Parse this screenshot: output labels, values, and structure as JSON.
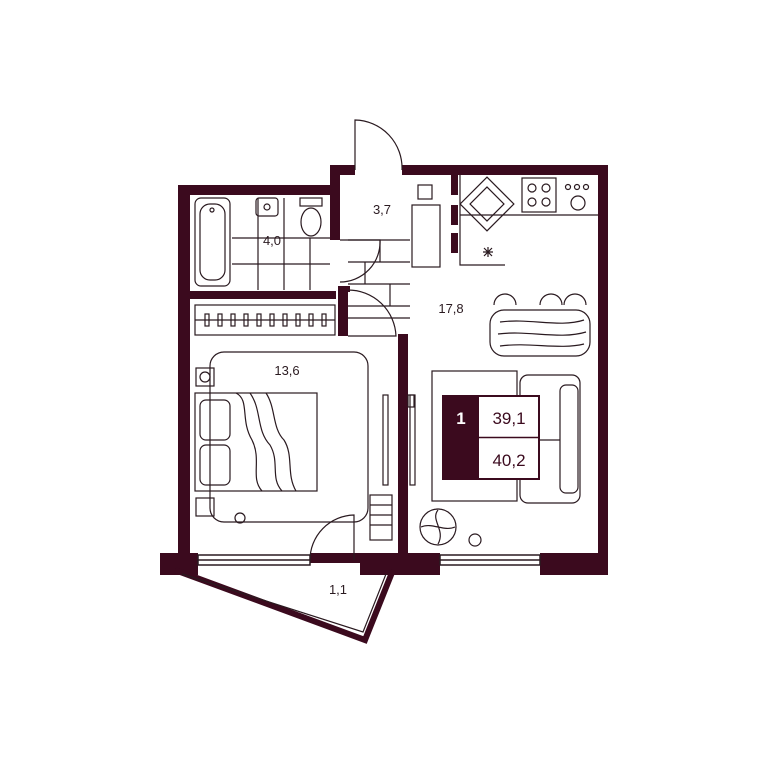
{
  "plan": {
    "rooms": {
      "bathroom": "4,0",
      "hall": "3,7",
      "kitchen_living": "17,8",
      "bedroom": "13,6",
      "balcony": "1,1"
    },
    "badge": {
      "rooms": "1",
      "living_area": "39,1",
      "total_area": "40,2"
    },
    "colors": {
      "wall": "#3b0a1e",
      "line": "#2a1a20",
      "background": "#ffffff"
    }
  }
}
